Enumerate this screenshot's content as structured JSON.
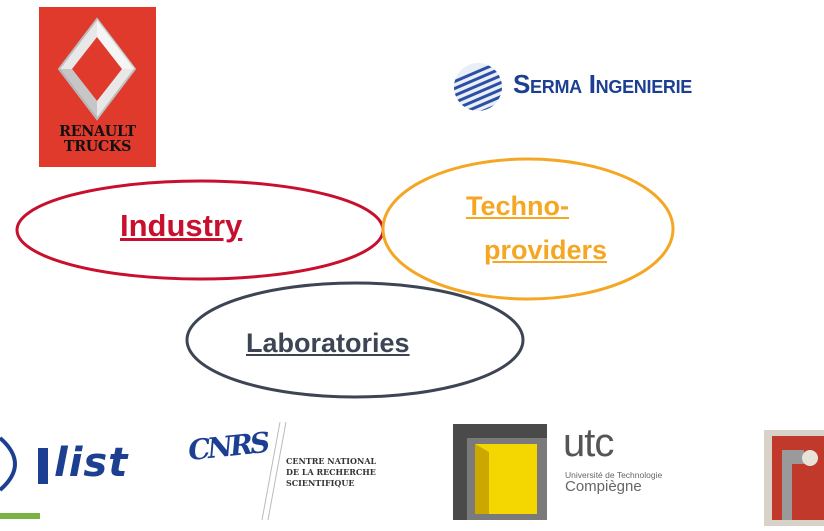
{
  "logos": {
    "renault": {
      "text": "RENAULT\nTRUCKS",
      "icon": "renault-diamond-icon",
      "color": "#e03a2c"
    },
    "serma": {
      "text": "Serma Ingenierie",
      "icon": "serma-globe-icon",
      "color": "#1c3f91"
    },
    "list": {
      "text": "list",
      "color": "#1c3f91"
    },
    "cnrs": {
      "mark": "CNRS",
      "lines": [
        "CENTRE NATIONAL",
        "DE LA RECHERCHE",
        "SCIENTIFIQUE"
      ]
    },
    "utc": {
      "name": "utc",
      "subtitle_1": "Université de Technologie",
      "subtitle_2": "Compiègne",
      "accent": "#f4d600"
    },
    "partial": {
      "icon": "partial-logo-icon",
      "color": "#c0392b"
    }
  },
  "categories": {
    "industry": {
      "label": "Industry",
      "color": "#c8102e"
    },
    "techno": {
      "label_line1": "Techno-",
      "label_line2": "providers",
      "color": "#f5a623"
    },
    "laboratories": {
      "label": "Laboratories",
      "color": "#3d4554"
    }
  }
}
